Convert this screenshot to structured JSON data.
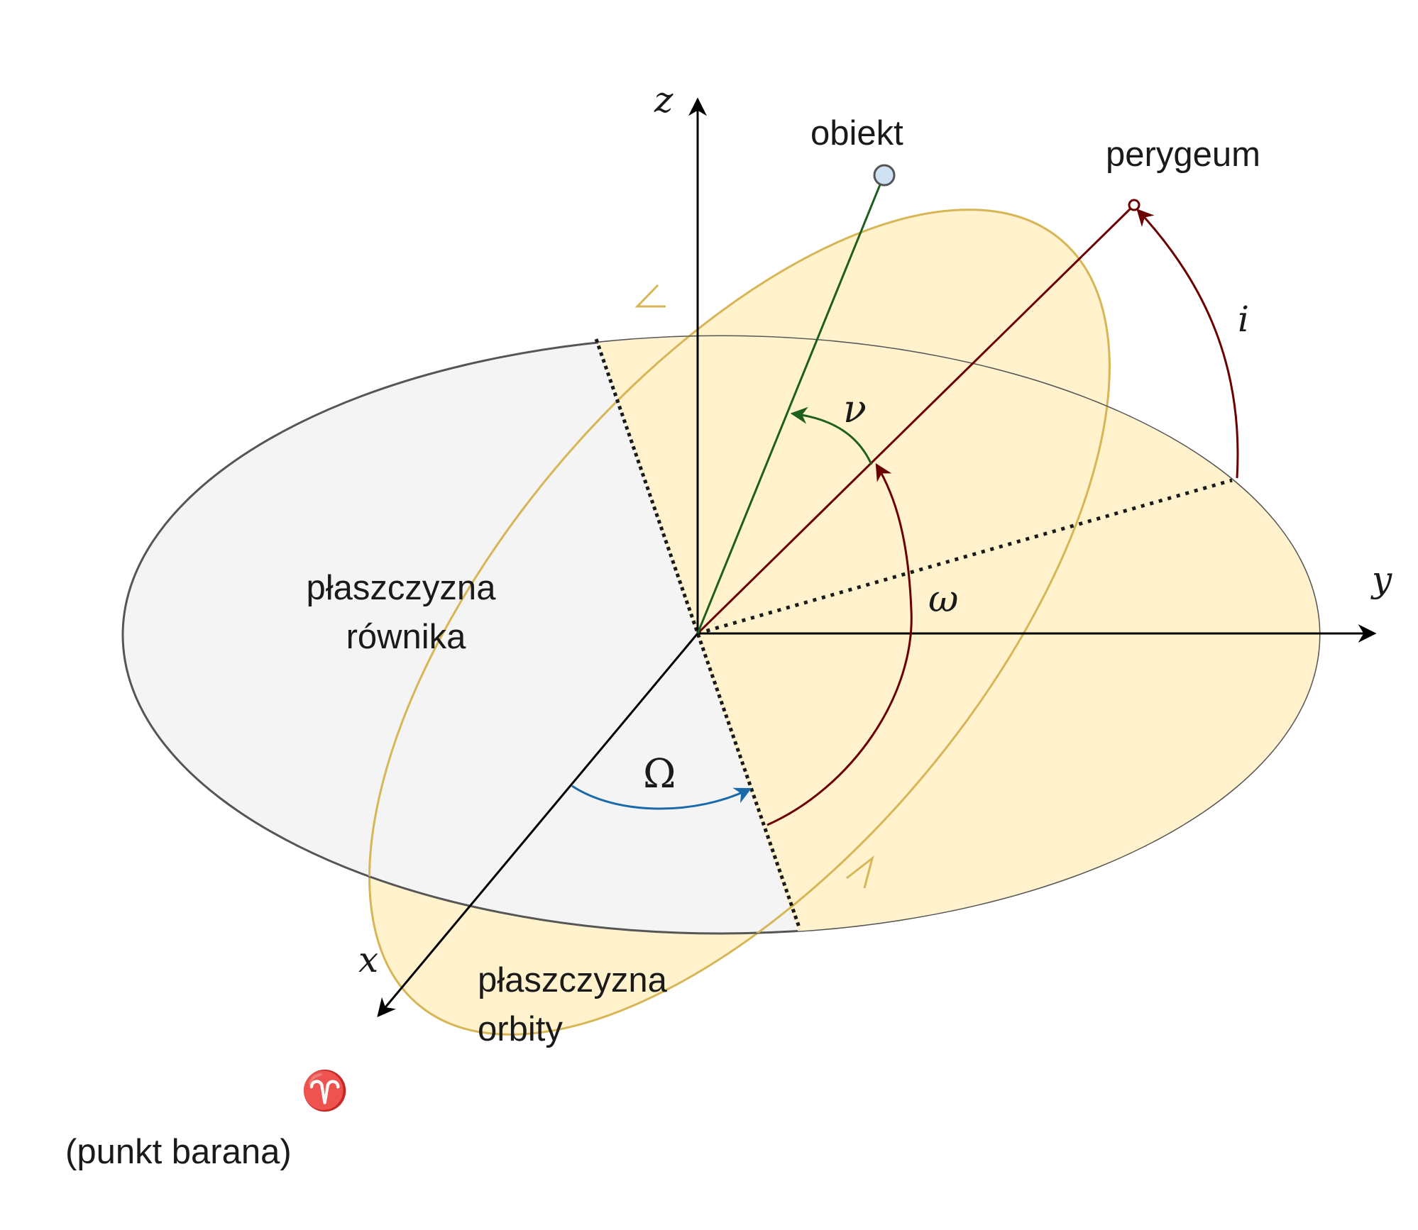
{
  "labels": {
    "axis_x": "x",
    "axis_y": "y",
    "axis_z": "z",
    "object": "obiekt",
    "perigee": "perygeum",
    "equator_plane_line1": "płaszczyzna",
    "equator_plane_line2": "równika",
    "orbit_plane_line1": "płaszczyzna",
    "orbit_plane_line2": "orbity",
    "aries_symbol": "♈",
    "aries_caption": "(punkt barana)"
  },
  "angles": {
    "raan": "Ω",
    "arg_perigee": "ω",
    "true_anomaly": "ν",
    "inclination": "i"
  },
  "colors": {
    "equator_fill": "#f4f4f4",
    "equator_stroke": "#555555",
    "orbit_fill": "#fff2cc",
    "orbit_stroke": "#d6b656",
    "object_fill": "#cfe2f3",
    "object_stroke": "#555555",
    "perigee_line": "#6b0000",
    "object_line": "#1e5f1e",
    "raan_arc": "#1a6aaa",
    "axis": "#000000"
  }
}
